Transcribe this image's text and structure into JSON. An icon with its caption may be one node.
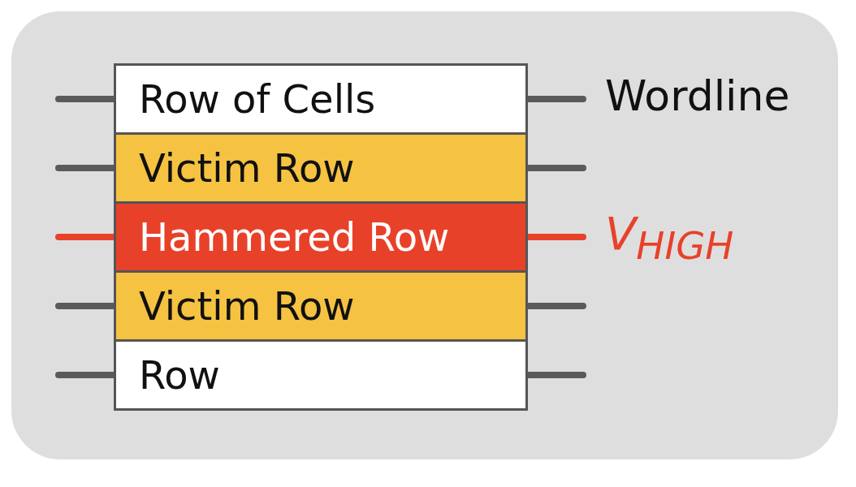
{
  "diagram": {
    "nodes": [
      {
        "text": [
          "Row of Cells"
        ]
      },
      {
        "text": [
          "Victim Row"
        ]
      },
      {
        "text": [
          "Hammered Row"
        ]
      },
      {
        "text": [
          "Victim Row"
        ]
      },
      {
        "text": [
          "Row"
        ]
      }
    ],
    "edges": [
      {
        "from": null,
        "to": 0,
        "arrow": "none"
      },
      {
        "from": 0,
        "to": null,
        "arrow": "none"
      },
      {
        "from": null,
        "to": 1,
        "arrow": "none"
      },
      {
        "from": 1,
        "to": null,
        "arrow": "none"
      },
      {
        "from": null,
        "to": 2,
        "arrow": "none",
        "color": "#e8412a"
      },
      {
        "from": 2,
        "to": null,
        "arrow": "none",
        "color": "#e8412a"
      },
      {
        "from": null,
        "to": 3,
        "arrow": "none"
      },
      {
        "from": 3,
        "to": null,
        "arrow": "none"
      },
      {
        "from": null,
        "to": 4,
        "arrow": "none"
      },
      {
        "from": 4,
        "to": null,
        "arrow": "none"
      }
    ],
    "labels": [
      "Wordline",
      "V$_{HIGH}$"
    ]
  }
}
